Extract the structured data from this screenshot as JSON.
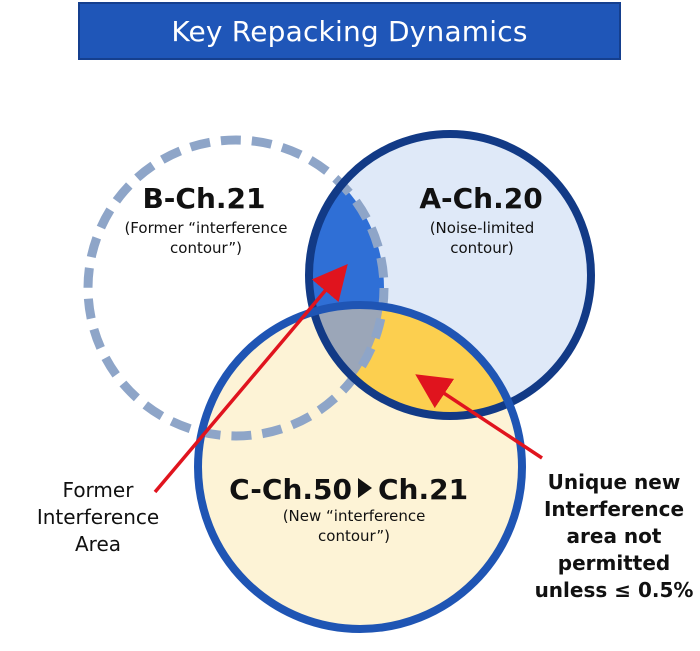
{
  "title": "Key Repacking Dynamics",
  "circles": {
    "b": {
      "name": "B-Ch.21",
      "sub1": "(Former “interference",
      "sub2": "contour”)"
    },
    "a": {
      "name": "A-Ch.20",
      "sub1": "(Noise-limited",
      "sub2": "contour)"
    },
    "c": {
      "name_left": "C-Ch.50",
      "name_right": "Ch.21",
      "sub1": "(New “interference",
      "sub2": "contour”)"
    }
  },
  "callouts": {
    "left": [
      "Former",
      "Interference",
      "Area"
    ],
    "right": [
      "Unique new",
      "Interference",
      "area not",
      "permitted",
      "unless ≤ 0.5%"
    ]
  },
  "colors": {
    "title_bg": "#1f56b8",
    "circle_a_fill": "#dfe9f8",
    "circle_a_stroke": "#123a86",
    "circle_c_fill": "#fdf3d6",
    "circle_c_stroke": "#1f55b4",
    "circle_b_stroke": "#8ea5c8",
    "overlap_ab": "#2f6fd6",
    "overlap_ac": "#fccf4f",
    "overlap_abc": "#9ba6b8",
    "arrow": "#e0141e"
  }
}
